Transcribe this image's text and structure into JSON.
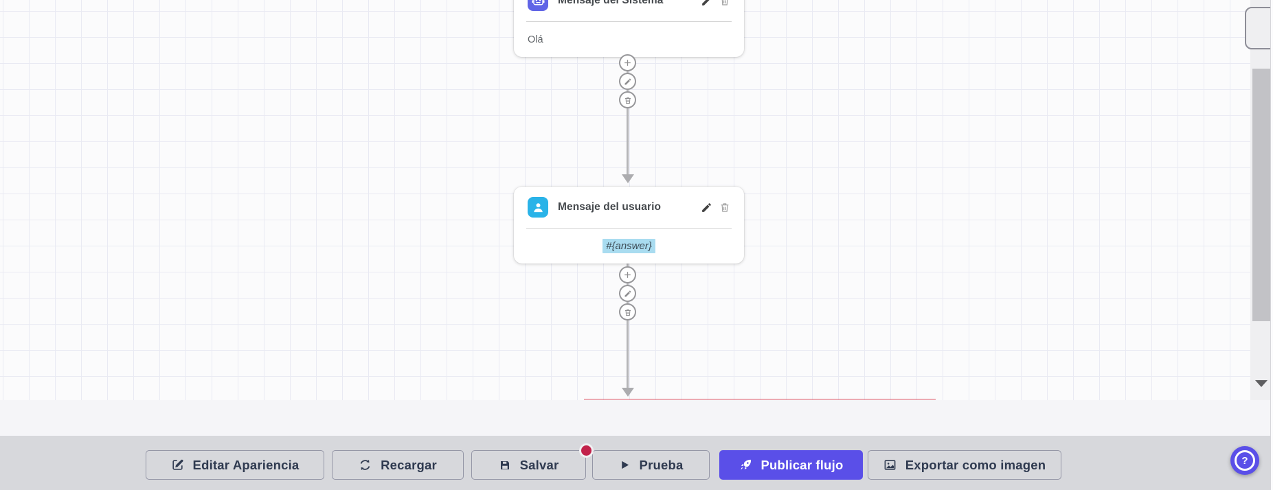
{
  "colors": {
    "system_accent": "#6064e6",
    "user_accent": "#2ab3e8",
    "primary": "#5a4fe8",
    "badge": "#c2224a",
    "highlight": "#a9dcf0"
  },
  "canvas": {
    "nodes": [
      {
        "title": "Mensaje del Sistema",
        "body": "Olá",
        "icon": "robot-icon"
      },
      {
        "title": "Mensaje del usuario",
        "body": "#{answer}",
        "icon": "user-icon"
      }
    ],
    "node_actions": [
      "edit",
      "delete"
    ],
    "connector_actions": [
      "add",
      "edit",
      "delete"
    ]
  },
  "toolbar": {
    "buttons": [
      {
        "label": "Editar Apariencia",
        "icon": "edit-icon"
      },
      {
        "label": "Recargar",
        "icon": "refresh-icon"
      },
      {
        "label": "Salvar",
        "icon": "save-icon",
        "has_badge": true
      },
      {
        "label": "Prueba",
        "icon": "play-icon"
      },
      {
        "label": "Publicar flujo",
        "icon": "rocket-icon",
        "variant": "primary"
      },
      {
        "label": "Exportar como imagen",
        "icon": "image-icon"
      }
    ]
  },
  "help": {
    "label": "?",
    "icon": "question-mark-icon"
  }
}
